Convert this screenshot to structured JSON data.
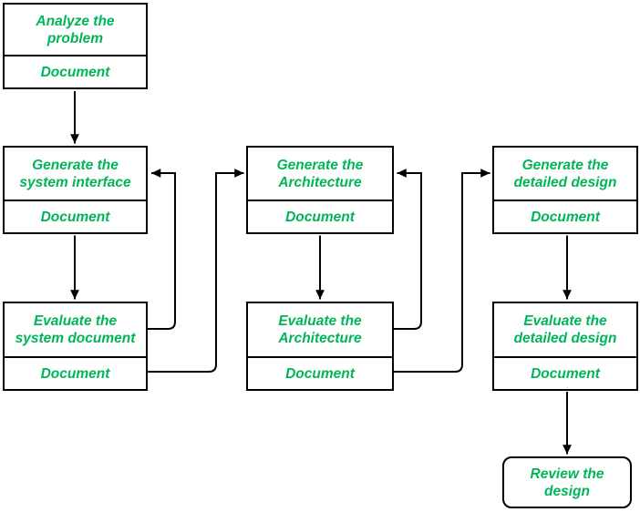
{
  "colors": {
    "text_green": "#00b558",
    "line_black": "#000000",
    "background": "#ffffff"
  },
  "nodes": {
    "analyze": {
      "title": "Analyze the\nproblem",
      "doc": "Document"
    },
    "generate_interface": {
      "title": "Generate the\nsystem interface",
      "doc": "Document"
    },
    "evaluate_system": {
      "title": "Evaluate the\nsystem document",
      "doc": "Document"
    },
    "generate_architecture": {
      "title": "Generate the\nArchitecture",
      "doc": "Document"
    },
    "evaluate_architecture": {
      "title": "Evaluate the\nArchitecture",
      "doc": "Document"
    },
    "generate_detailed": {
      "title": "Generate the\ndetailed design",
      "doc": "Document"
    },
    "evaluate_detailed": {
      "title": "Evaluate the\ndetailed design",
      "doc": "Document"
    },
    "review": {
      "title": "Review the\ndesign"
    }
  }
}
